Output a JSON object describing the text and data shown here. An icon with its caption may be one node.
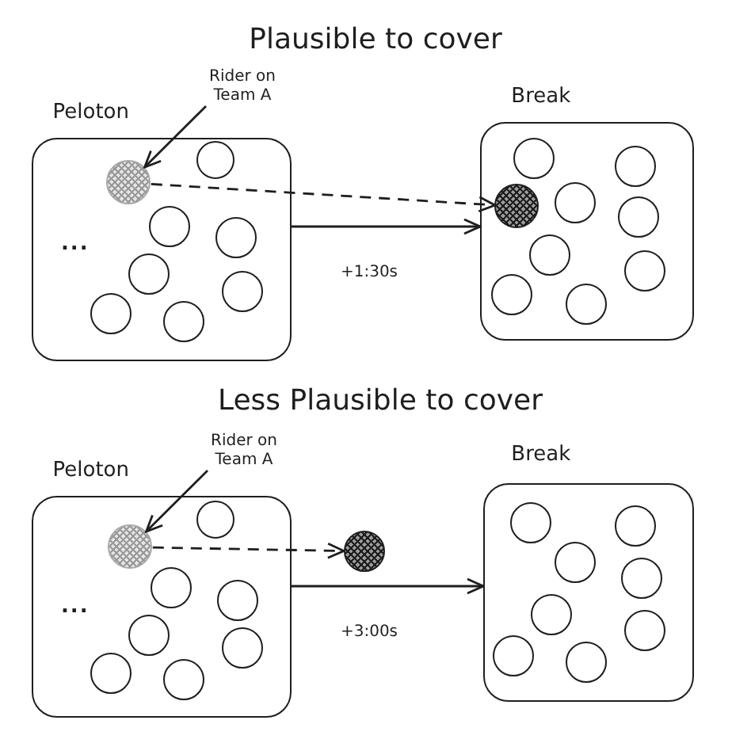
{
  "diagram": {
    "nodes": [
      {
        "text": [
          "Rider on Team A"
        ]
      },
      {
        "text": [
          "Peloton",
          "..."
        ]
      },
      {
        "text": [],
        "shape": "circle",
        "in": 1
      },
      {
        "text": [],
        "shape": "circle",
        "in": 1
      },
      {
        "text": [],
        "shape": "circle",
        "in": 1
      },
      {
        "text": [],
        "shape": "circle",
        "in": 1
      },
      {
        "text": [],
        "shape": "circle",
        "in": 1
      },
      {
        "text": [],
        "shape": "circle",
        "in": 1
      },
      {
        "text": [],
        "shape": "circle",
        "in": 1
      },
      {
        "text": [],
        "shape": "circle",
        "in": 1
      },
      {
        "text": [
          "Break"
        ]
      },
      {
        "text": [],
        "shape": "circle",
        "in": 10
      },
      {
        "text": [],
        "shape": "circle",
        "in": 10
      },
      {
        "text": [],
        "shape": "circle",
        "in": 10
      },
      {
        "text": [],
        "shape": "circle",
        "in": 10
      },
      {
        "text": [],
        "shape": "circle",
        "in": 10
      },
      {
        "text": [],
        "shape": "circle",
        "in": 10
      },
      {
        "text": [],
        "shape": "circle",
        "in": 10
      },
      {
        "text": [],
        "shape": "circle",
        "in": 10
      },
      {
        "text": [],
        "shape": "circle",
        "in": 10
      },
      {
        "text": [
          "Rider on Team A"
        ]
      },
      {
        "text": [
          "Peloton",
          "..."
        ]
      },
      {
        "text": [],
        "shape": "circle",
        "in": 21
      },
      {
        "text": [],
        "shape": "circle",
        "in": 21
      },
      {
        "text": [],
        "shape": "circle",
        "in": 21
      },
      {
        "text": [],
        "shape": "circle",
        "in": 21
      },
      {
        "text": [],
        "shape": "circle",
        "in": 21
      },
      {
        "text": [],
        "shape": "circle",
        "in": 21
      },
      {
        "text": [],
        "shape": "circle",
        "in": 21
      },
      {
        "text": [],
        "shape": "circle",
        "in": 21
      },
      {
        "text": [],
        "shape": "circle"
      },
      {
        "text": [
          "Break"
        ]
      },
      {
        "text": [],
        "shape": "circle",
        "in": 31
      },
      {
        "text": [],
        "shape": "circle",
        "in": 31
      },
      {
        "text": [],
        "shape": "circle",
        "in": 31
      },
      {
        "text": [],
        "shape": "circle",
        "in": 31
      },
      {
        "text": [],
        "shape": "circle",
        "in": 31
      },
      {
        "text": [],
        "shape": "circle",
        "in": 31
      },
      {
        "text": [],
        "shape": "circle",
        "in": 31
      },
      {
        "text": [],
        "shape": "circle",
        "in": 31
      }
    ],
    "edges": [
      {
        "from": 0,
        "to": 2,
        "arrow": "to"
      },
      {
        "from": 2,
        "to": 11,
        "arrow": "to",
        "style": "dashed"
      },
      {
        "from": 1,
        "to": 10,
        "arrow": "to",
        "label": "+1:30s"
      },
      {
        "from": 20,
        "to": 22,
        "arrow": "to"
      },
      {
        "from": 22,
        "to": 30,
        "arrow": "to",
        "style": "dashed"
      },
      {
        "from": 21,
        "to": 31,
        "arrow": "to",
        "label": "+3:00s"
      }
    ],
    "labels": [
      "Plausible to cover",
      "Less Plausible to cover"
    ]
  }
}
